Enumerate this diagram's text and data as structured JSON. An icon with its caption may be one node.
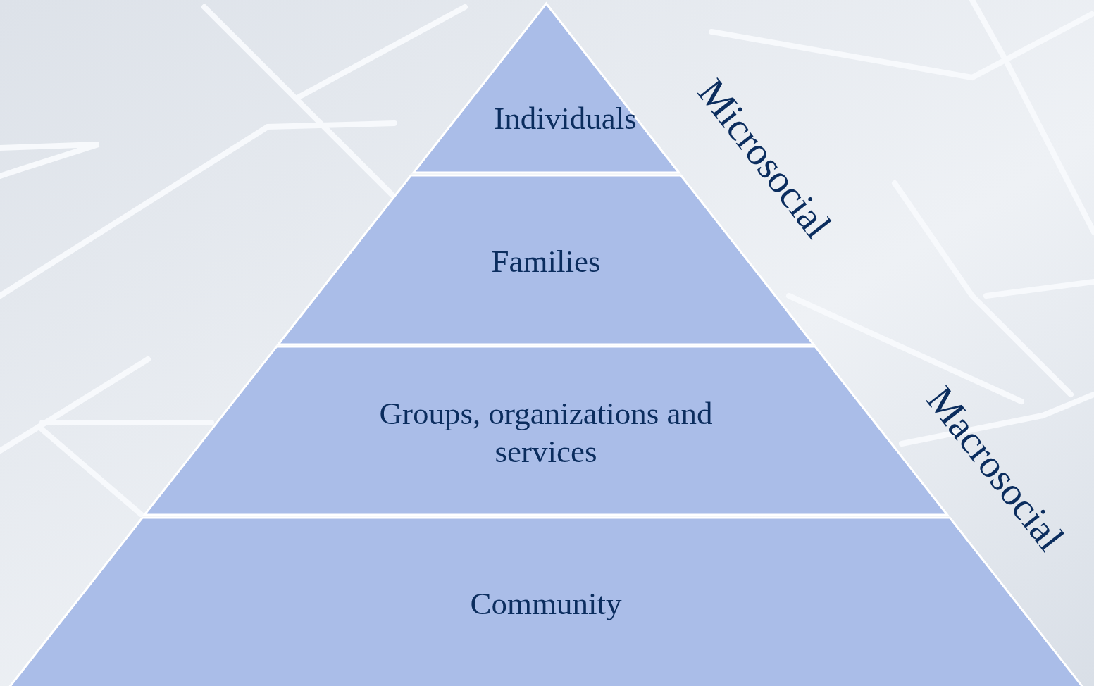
{
  "diagram": {
    "nodes": [
      {
        "text": [
          "Individuals"
        ]
      },
      {
        "text": [
          "Families"
        ]
      },
      {
        "text": [
          "Groups, organizations and services"
        ]
      },
      {
        "text": [
          "Community"
        ]
      }
    ],
    "labels": [
      "Microsocial",
      "Macrosocial"
    ]
  }
}
